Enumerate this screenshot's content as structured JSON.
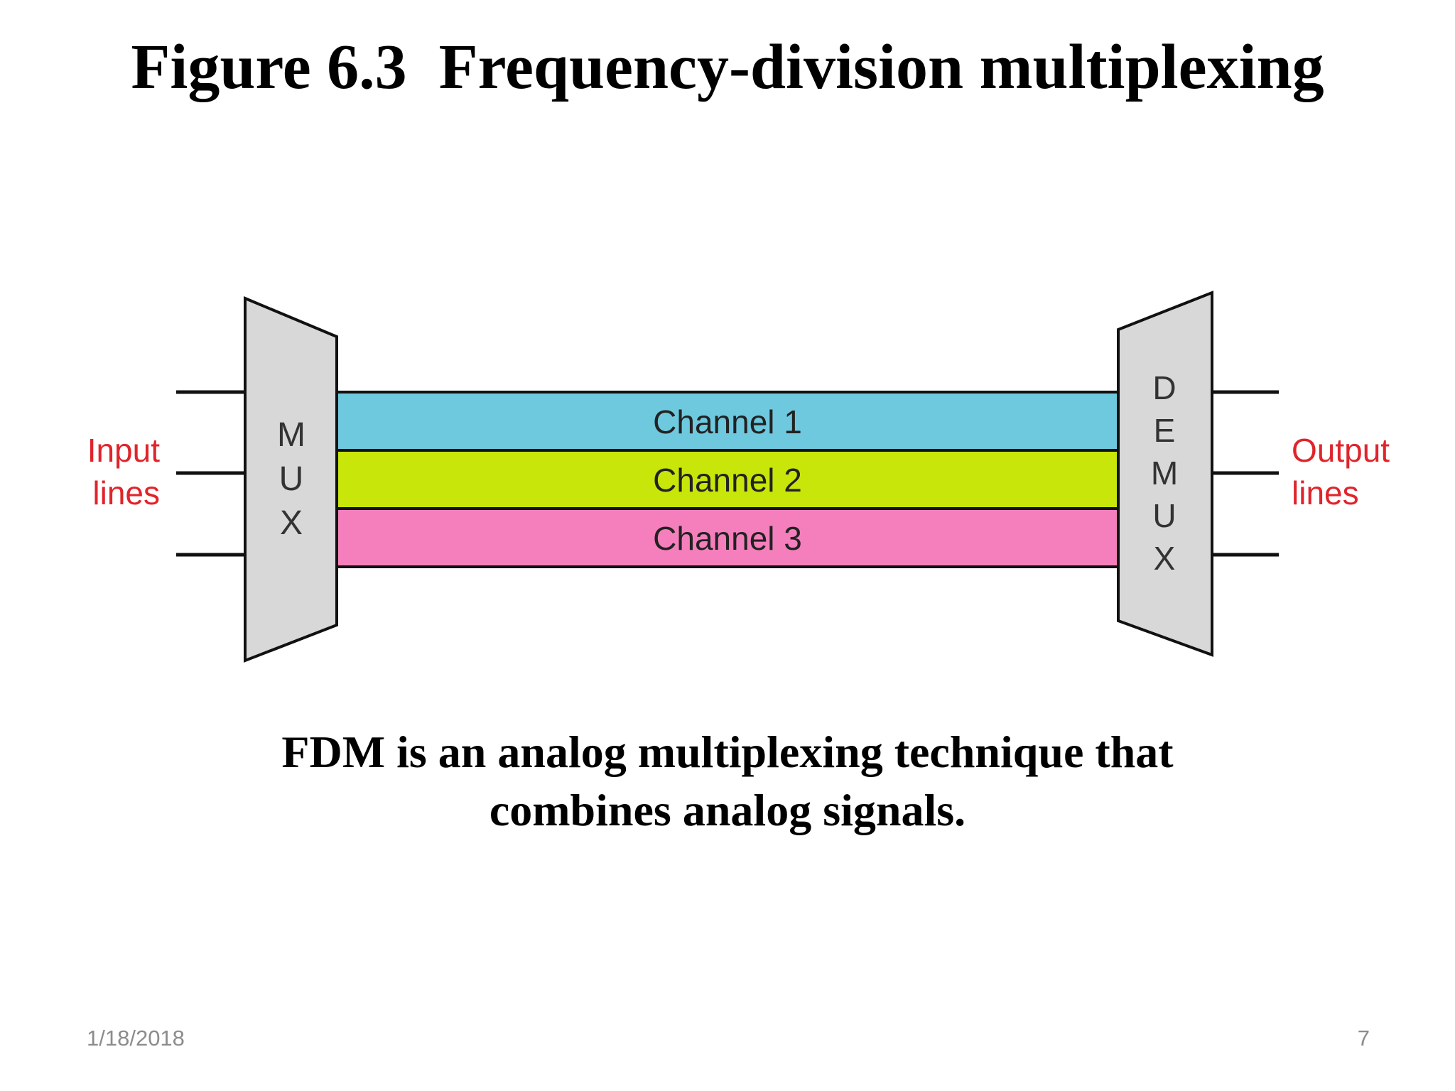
{
  "slide": {
    "title": "Figure 6.3  Frequency-division multiplexing",
    "caption_line1": "FDM is an analog multiplexing technique that",
    "caption_line2": "combines analog signals.",
    "footer_date": "1/18/2018",
    "footer_page": "7"
  },
  "diagram": {
    "input_label": [
      "Input",
      "lines"
    ],
    "output_label": [
      "Output",
      "lines"
    ],
    "mux_letters": [
      "M",
      "U",
      "X"
    ],
    "demux_letters": [
      "D",
      "E",
      "M",
      "U",
      "X"
    ],
    "channels": [
      {
        "label": "Channel 1",
        "color": "#6ec9df"
      },
      {
        "label": "Channel 2",
        "color": "#c8e60a"
      },
      {
        "label": "Channel 3",
        "color": "#f57fbc"
      }
    ],
    "label_color": "#e0242b",
    "box_fill": "#d8d8d8"
  }
}
